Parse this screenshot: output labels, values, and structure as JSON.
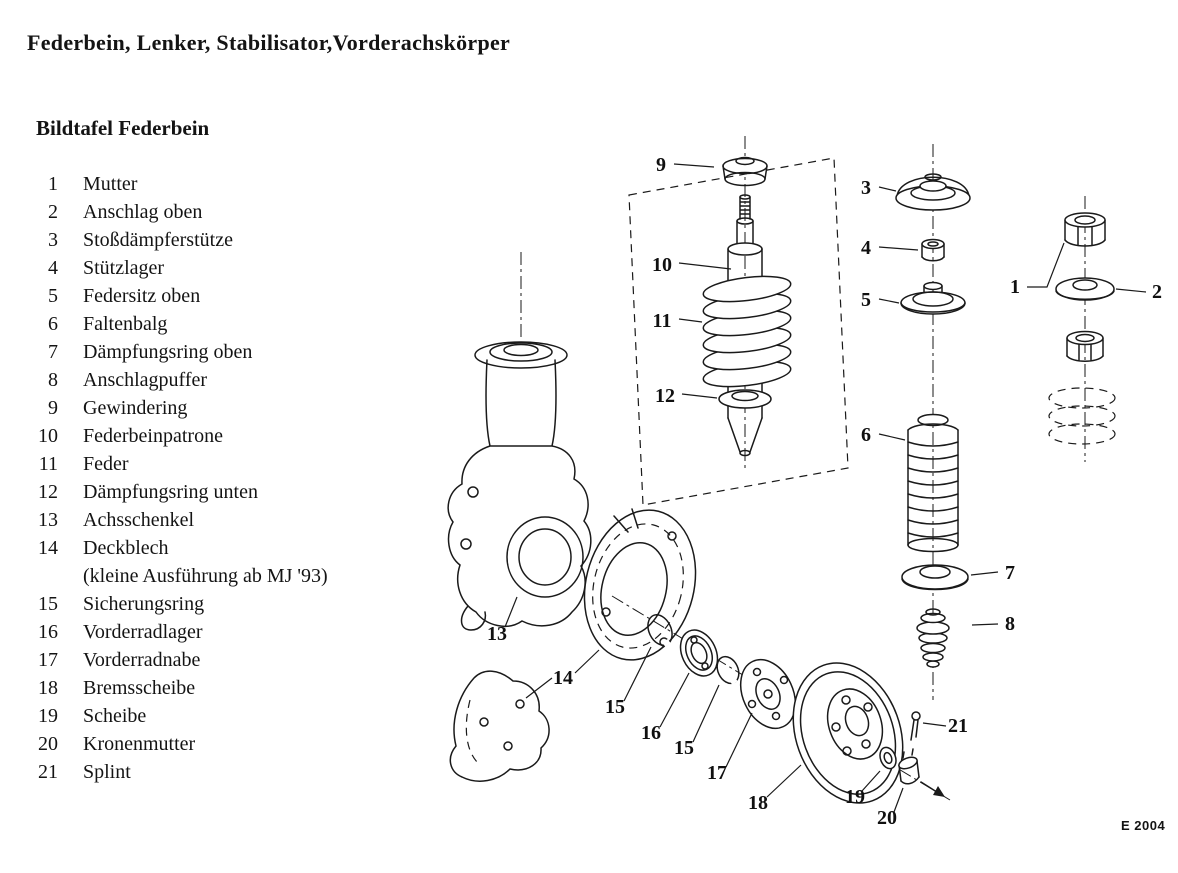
{
  "page": {
    "title": "Federbein, Lenker, Stabilisator,Vorderachskörper",
    "section_title": "Bildtafel Federbein",
    "plate_code": "E 2004"
  },
  "colors": {
    "ink": "#141414",
    "paper": "#ffffff"
  },
  "parts_list": [
    {
      "number": "1",
      "label": "Mutter"
    },
    {
      "number": "2",
      "label": "Anschlag oben"
    },
    {
      "number": "3",
      "label": "Stoßdämpferstütze"
    },
    {
      "number": "4",
      "label": "Stützlager"
    },
    {
      "number": "5",
      "label": "Federsitz oben"
    },
    {
      "number": "6",
      "label": "Faltenbalg"
    },
    {
      "number": "7",
      "label": "Dämpfungsring oben"
    },
    {
      "number": "8",
      "label": "Anschlagpuffer"
    },
    {
      "number": "9",
      "label": "Gewindering"
    },
    {
      "number": "10",
      "label": "Federbeinpatrone"
    },
    {
      "number": "11",
      "label": "Feder"
    },
    {
      "number": "12",
      "label": "Dämpfungsring unten"
    },
    {
      "number": "13",
      "label": "Achsschenkel"
    },
    {
      "number": "14",
      "label": "Deckblech",
      "note": "(kleine Ausführung ab MJ '93)"
    },
    {
      "number": "15",
      "label": "Sicherungsring"
    },
    {
      "number": "16",
      "label": "Vorderradlager"
    },
    {
      "number": "17",
      "label": "Vorderradnabe"
    },
    {
      "number": "18",
      "label": "Bremsscheibe"
    },
    {
      "number": "19",
      "label": "Scheibe"
    },
    {
      "number": "20",
      "label": "Kronenmutter"
    },
    {
      "number": "21",
      "label": "Splint"
    }
  ],
  "diagram": {
    "callouts": [
      {
        "label": "9",
        "part": "Gewindering"
      },
      {
        "label": "10",
        "part": "Federbeinpatrone"
      },
      {
        "label": "11",
        "part": "Feder"
      },
      {
        "label": "12",
        "part": "Dämpfungsring unten"
      },
      {
        "label": "3",
        "part": "Stoßdämpferstütze"
      },
      {
        "label": "4",
        "part": "Stützlager"
      },
      {
        "label": "5",
        "part": "Federsitz oben"
      },
      {
        "label": "6",
        "part": "Faltenbalg"
      },
      {
        "label": "7",
        "part": "Dämpfungsring oben"
      },
      {
        "label": "8",
        "part": "Anschlagpuffer"
      },
      {
        "label": "1",
        "part": "Mutter"
      },
      {
        "label": "2",
        "part": "Anschlag oben"
      },
      {
        "label": "13",
        "part": "Achsschenkel"
      },
      {
        "label": "14",
        "part": "Deckblech"
      },
      {
        "label": "15",
        "part": "Sicherungsring"
      },
      {
        "label": "16",
        "part": "Vorderradlager"
      },
      {
        "label": "15",
        "part": "Sicherungsring"
      },
      {
        "label": "17",
        "part": "Vorderradnabe"
      },
      {
        "label": "18",
        "part": "Bremsscheibe"
      },
      {
        "label": "19",
        "part": "Scheibe"
      },
      {
        "label": "20",
        "part": "Kronenmutter"
      },
      {
        "label": "21",
        "part": "Splint"
      }
    ]
  }
}
